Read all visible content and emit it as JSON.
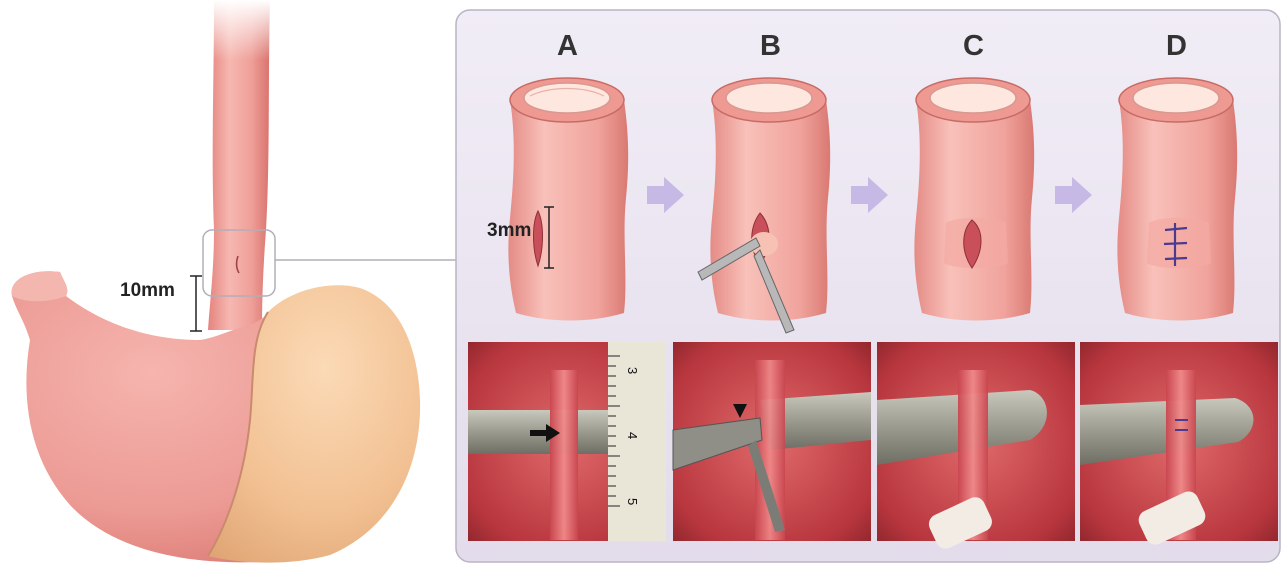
{
  "overview": {
    "distance_label": "10mm"
  },
  "steps": [
    {
      "letter": "A"
    },
    {
      "letter": "B"
    },
    {
      "letter": "C"
    },
    {
      "letter": "D"
    }
  ],
  "step_a": {
    "incision_label": "3mm"
  },
  "photos": {
    "ruler_ticks": [
      "3",
      "4",
      "5"
    ]
  },
  "colors": {
    "tissue_pink": "#f0a4a0",
    "stomach_tan": "#f4c49a",
    "panel_background": "#e8e2f0",
    "panel_border": "#b9b3c4",
    "arrow_lavender": "#c6b9e6",
    "suture_purple": "#4b3b8f"
  }
}
